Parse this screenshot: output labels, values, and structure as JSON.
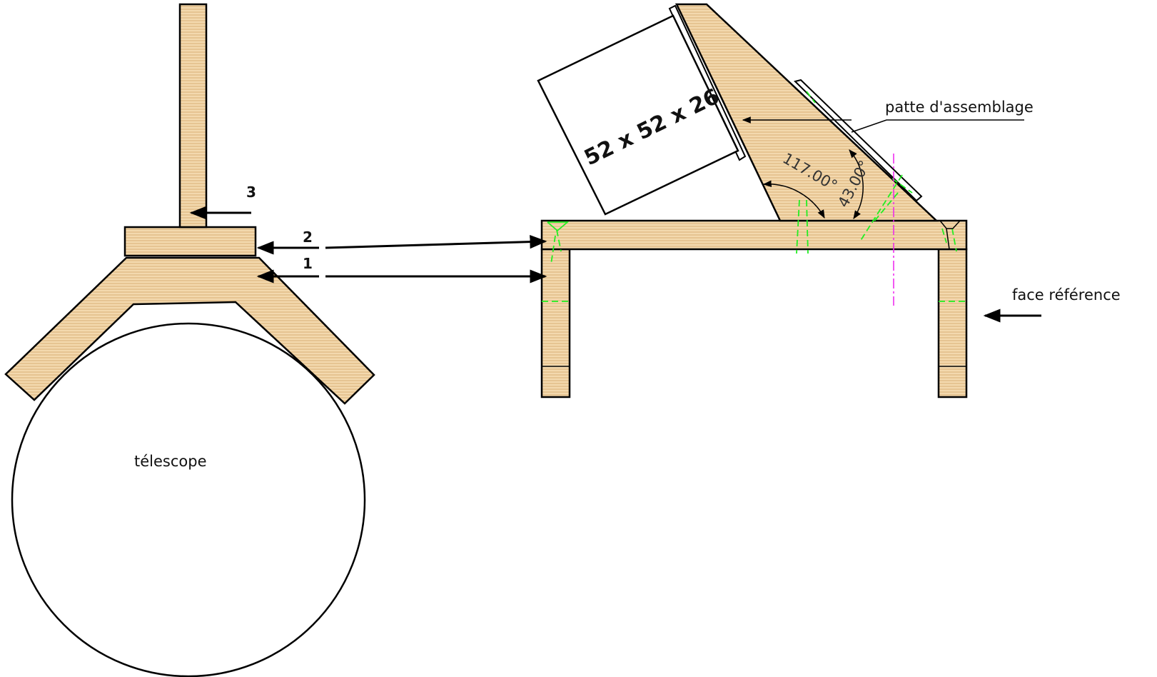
{
  "diagram": {
    "labels": {
      "telescope": "télescope",
      "mount_tag": "patte d'assemblage",
      "reference_face": "face référence",
      "block_dimensions": "52 x 52 x 26",
      "angle_a": "117.00°",
      "angle_b": "43.00°",
      "part_1": "1",
      "part_2": "2",
      "part_3": "3"
    },
    "colors": {
      "wood": "#f3d9ae",
      "wood_hatch": "#d9b077",
      "outline": "#000000",
      "hidden_lines": "#22ee22",
      "axis_line": "#ee22ee"
    }
  }
}
